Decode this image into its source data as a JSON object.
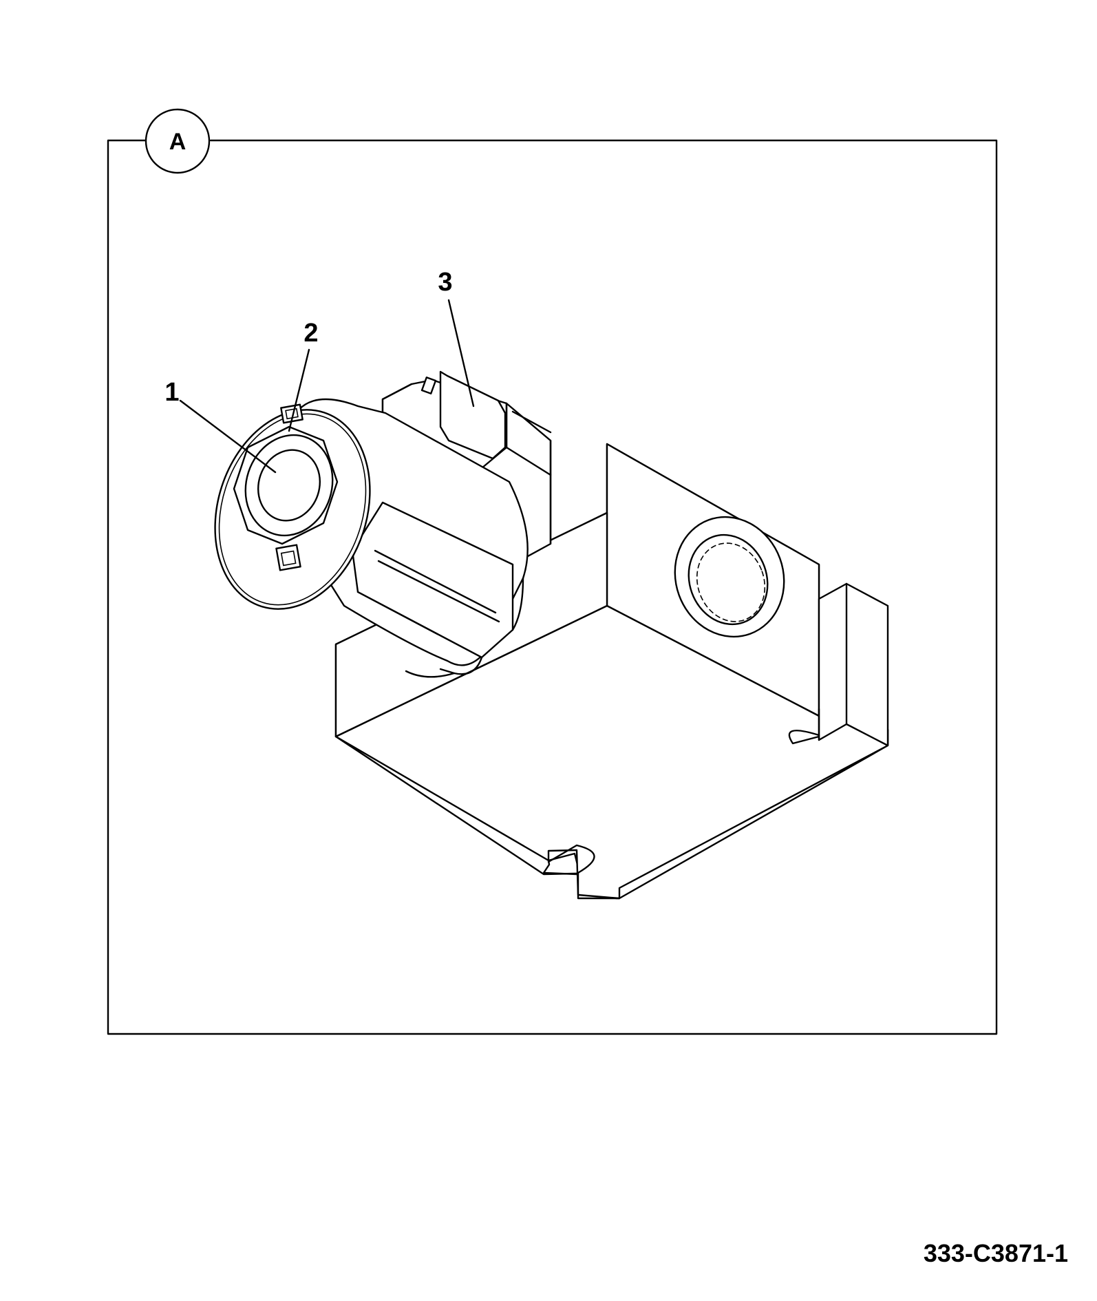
{
  "view": {
    "label": "A"
  },
  "callouts": [
    {
      "id": "1",
      "text": "1"
    },
    {
      "id": "2",
      "text": "2"
    },
    {
      "id": "3",
      "text": "3"
    }
  ],
  "document": {
    "number": "333-C3871-1"
  }
}
